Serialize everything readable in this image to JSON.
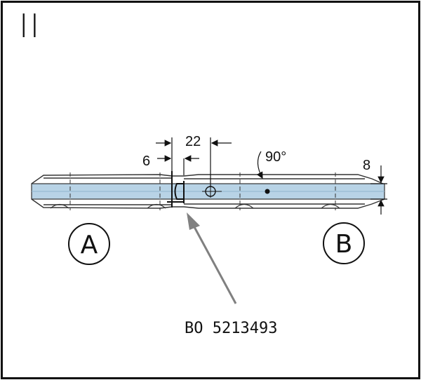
{
  "panel_label": "II",
  "dimensions": {
    "six": "6",
    "twenty_two": "22",
    "angle": "90°",
    "eight": "8"
  },
  "labels": {
    "a": "A",
    "b": "B",
    "part_number": "BO 5213493"
  },
  "colors": {
    "glass": "#b8d3e6",
    "glass_dark": "#8fb4cf",
    "frame": "#111111",
    "arrow": "#808080"
  }
}
